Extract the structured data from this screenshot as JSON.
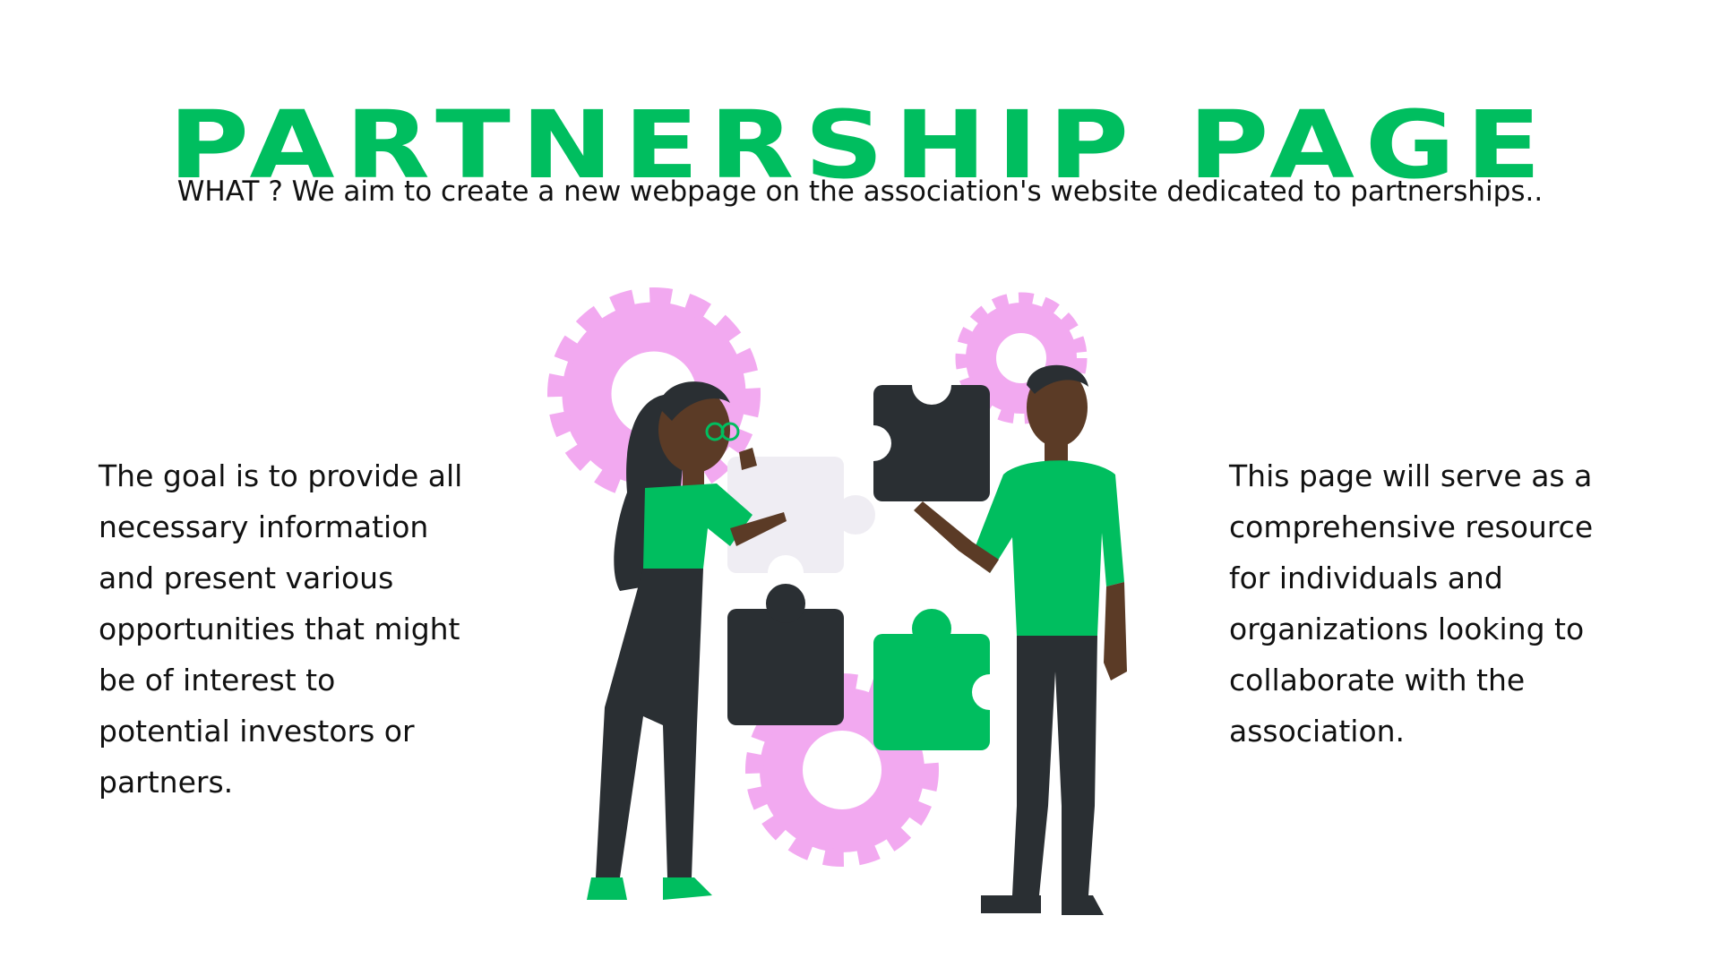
{
  "title": "PARTNERSHIP PAGE",
  "subtitle": "WHAT ? We aim to create a new webpage on the association's website dedicated to partnerships..",
  "left_text": "The goal is to provide all necessary information and present various opportunities that might be of interest to potential investors or partners.",
  "right_text": "This page will serve as a comprehensive resource for individuals and organizations looking to collaborate with the association.",
  "colors": {
    "accent_green": "#00be5f",
    "gear_pink": "#f2a9f0",
    "dark_piece": "#2a2f33",
    "light_piece": "#efedf3",
    "skin": "#5b3b26"
  },
  "illustration": {
    "icons": [
      "gear-icon",
      "puzzle-piece-icon",
      "woman-figure",
      "man-figure"
    ]
  }
}
